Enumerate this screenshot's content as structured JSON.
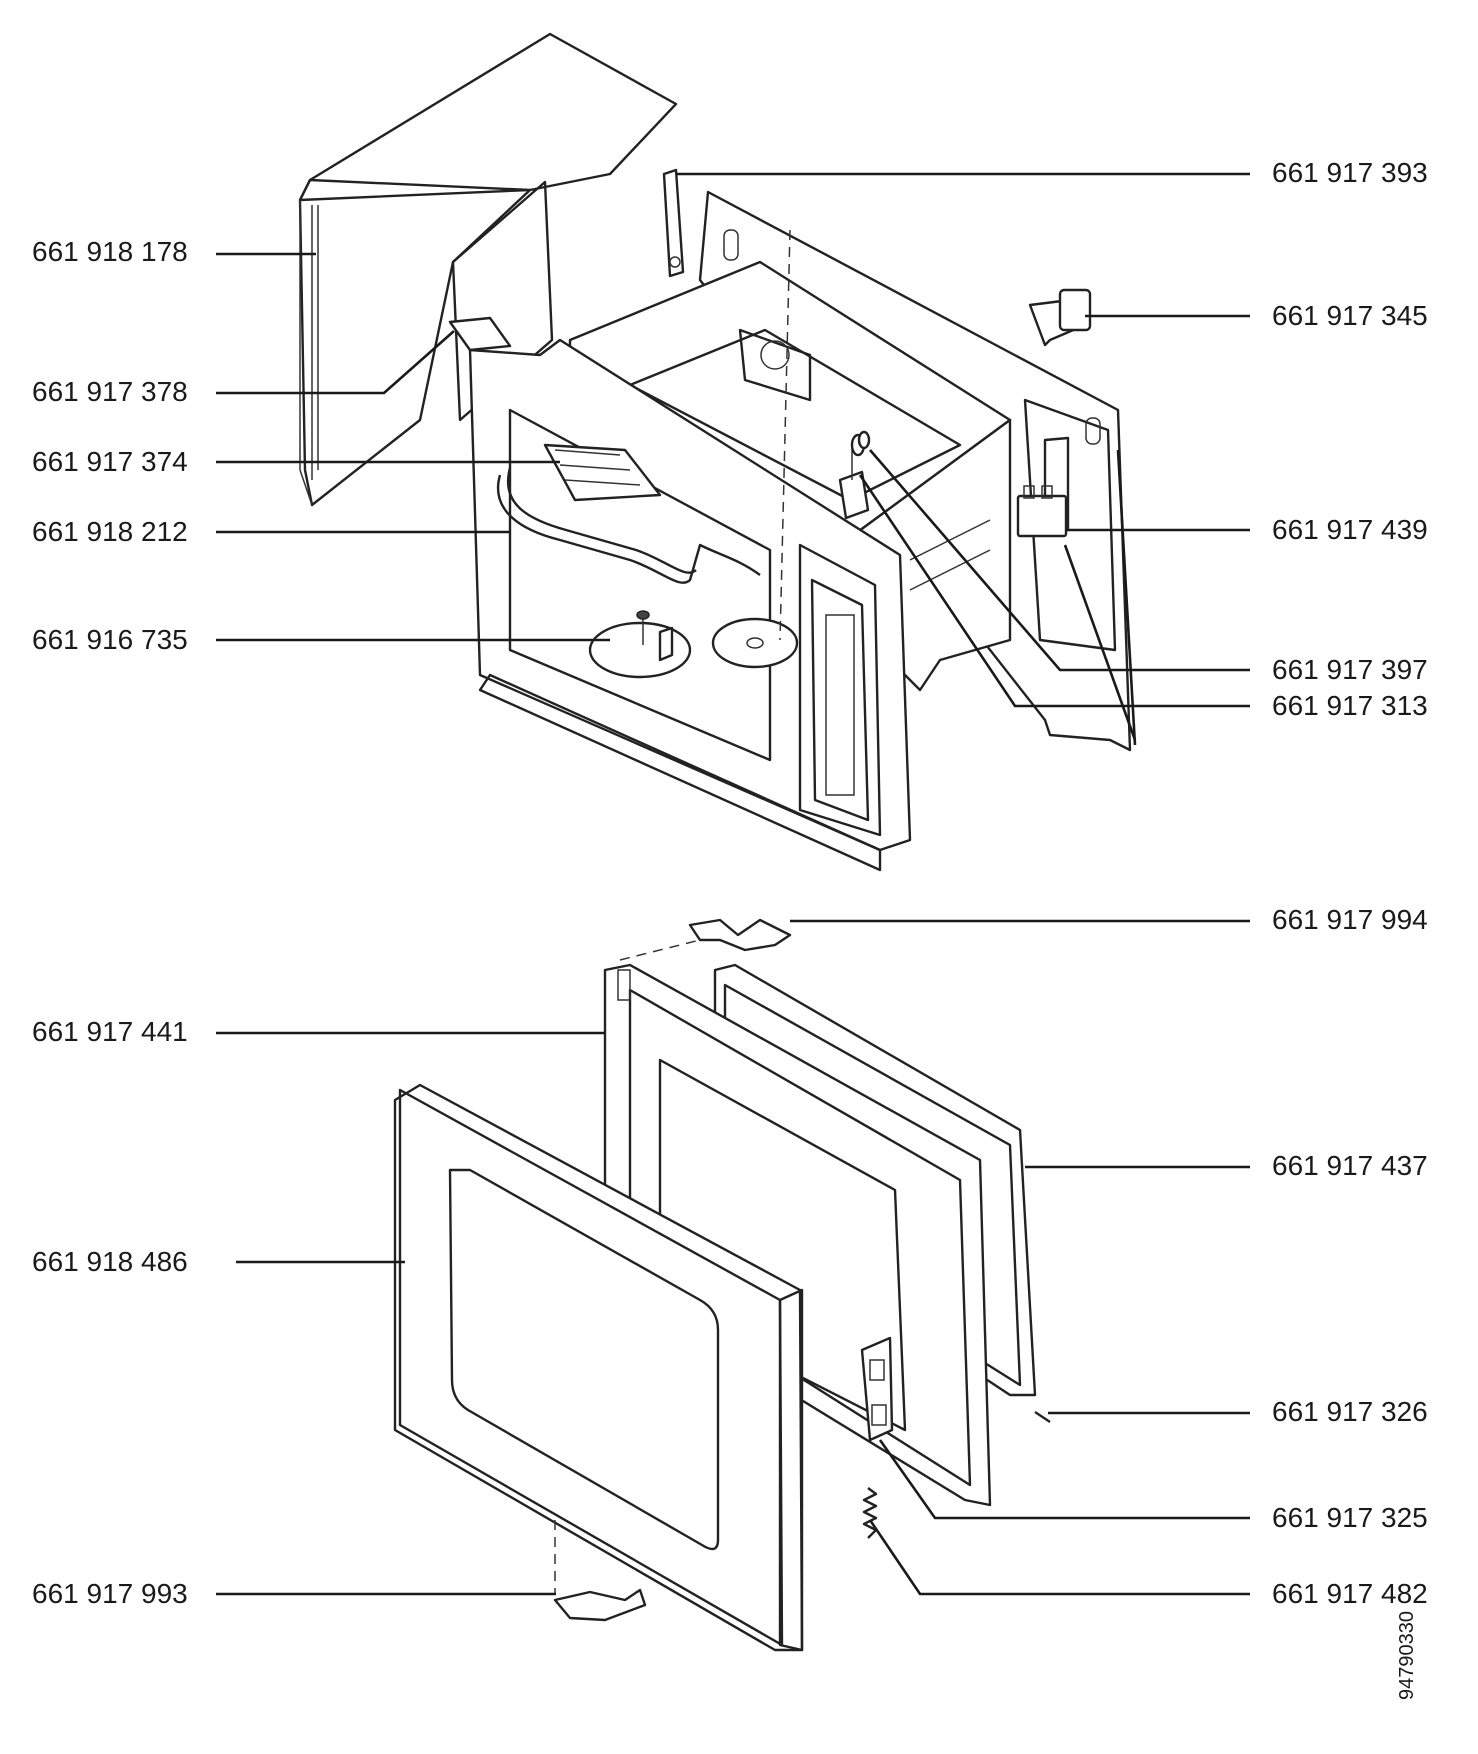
{
  "parts_left": [
    {
      "label": "661 918 178"
    },
    {
      "label": "661 917 378"
    },
    {
      "label": "661 917 374"
    },
    {
      "label": "661 918 212"
    },
    {
      "label": "661 916 735"
    },
    {
      "label": "661 917 441"
    },
    {
      "label": "661 918 486"
    },
    {
      "label": "661 917 993"
    }
  ],
  "parts_right": [
    {
      "label": "661 917 393"
    },
    {
      "label": "661 917 345"
    },
    {
      "label": "661 917 439"
    },
    {
      "label": "661 917 397"
    },
    {
      "label": "661 917 313"
    },
    {
      "label": "661 917 994"
    },
    {
      "label": "661 917 437"
    },
    {
      "label": "661 917 326"
    },
    {
      "label": "661 917 325"
    },
    {
      "label": "661 917 482"
    }
  ],
  "document_code": "94790330"
}
